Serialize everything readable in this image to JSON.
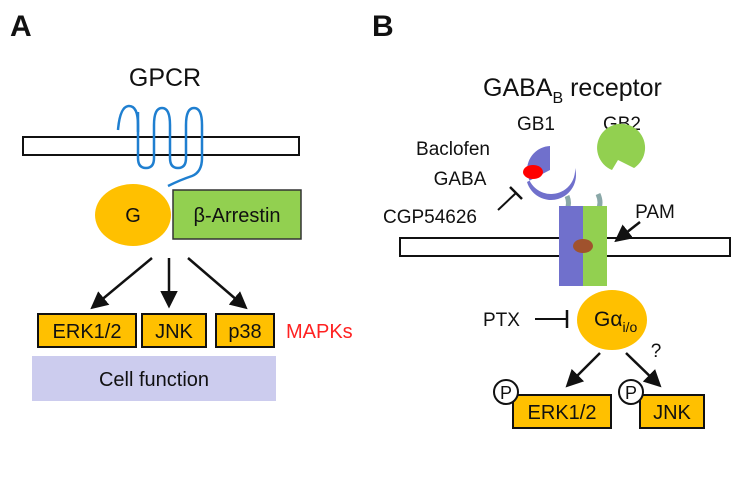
{
  "panel_a": {
    "letter": "A",
    "title": "GPCR",
    "g_protein": "G",
    "arrestin": "β-Arrestin",
    "kinases": [
      "ERK1/2",
      "JNK",
      "p38"
    ],
    "mapks": "MAPKs",
    "cell_function": "Cell function"
  },
  "panel_b": {
    "letter": "B",
    "title_main": "GABA",
    "title_sub": "B",
    "title_rest": " receptor",
    "gb1": "GB1",
    "gb2": "GB2",
    "agonist_1": "Baclofen",
    "agonist_2": "GABA",
    "antagonist": "CGP54626",
    "pam": "PAM",
    "ptx": "PTX",
    "g_alpha": "Gα",
    "g_alpha_sub": "i/o",
    "question": "?",
    "phospho": "P",
    "targets": [
      "ERK1/2",
      "JNK"
    ]
  },
  "colors": {
    "yellow": "#FFC000",
    "green": "#92D050",
    "orange_box": "#FFC000",
    "lavender": "#CCCCEE",
    "receptor_blue": "#7070CC",
    "red": "#FF0000",
    "mapk_red": "#FF2222",
    "helix_blue": "#1F7FD0"
  }
}
